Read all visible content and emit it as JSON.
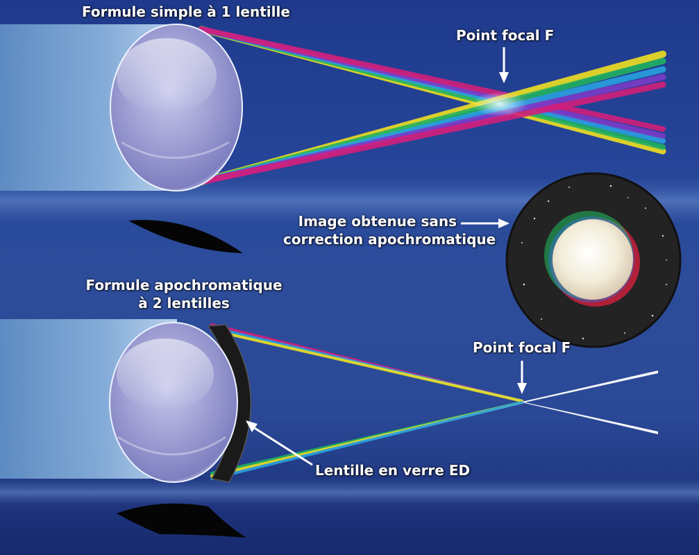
{
  "diagram": {
    "top": {
      "title": "Formule simple à 1 lentille",
      "focal_label": "Point focal F"
    },
    "image": {
      "label_lines": [
        "Image obtenue sans",
        "correction apochromatique"
      ]
    },
    "bottom": {
      "title_lines": [
        "Formule apochromatique",
        "à 2 lentilles"
      ],
      "focal_label": "Point focal F",
      "ed_lens_label": "Lentille en verre ED"
    },
    "colors": {
      "background_top": "#1f3a8c",
      "background_mid": "#2d4d9b",
      "background_bottom": "#17296e",
      "spectrum": [
        "#d11f7a",
        "#7a3cc8",
        "#2aa0e0",
        "#20b060",
        "#f0e020"
      ]
    }
  }
}
